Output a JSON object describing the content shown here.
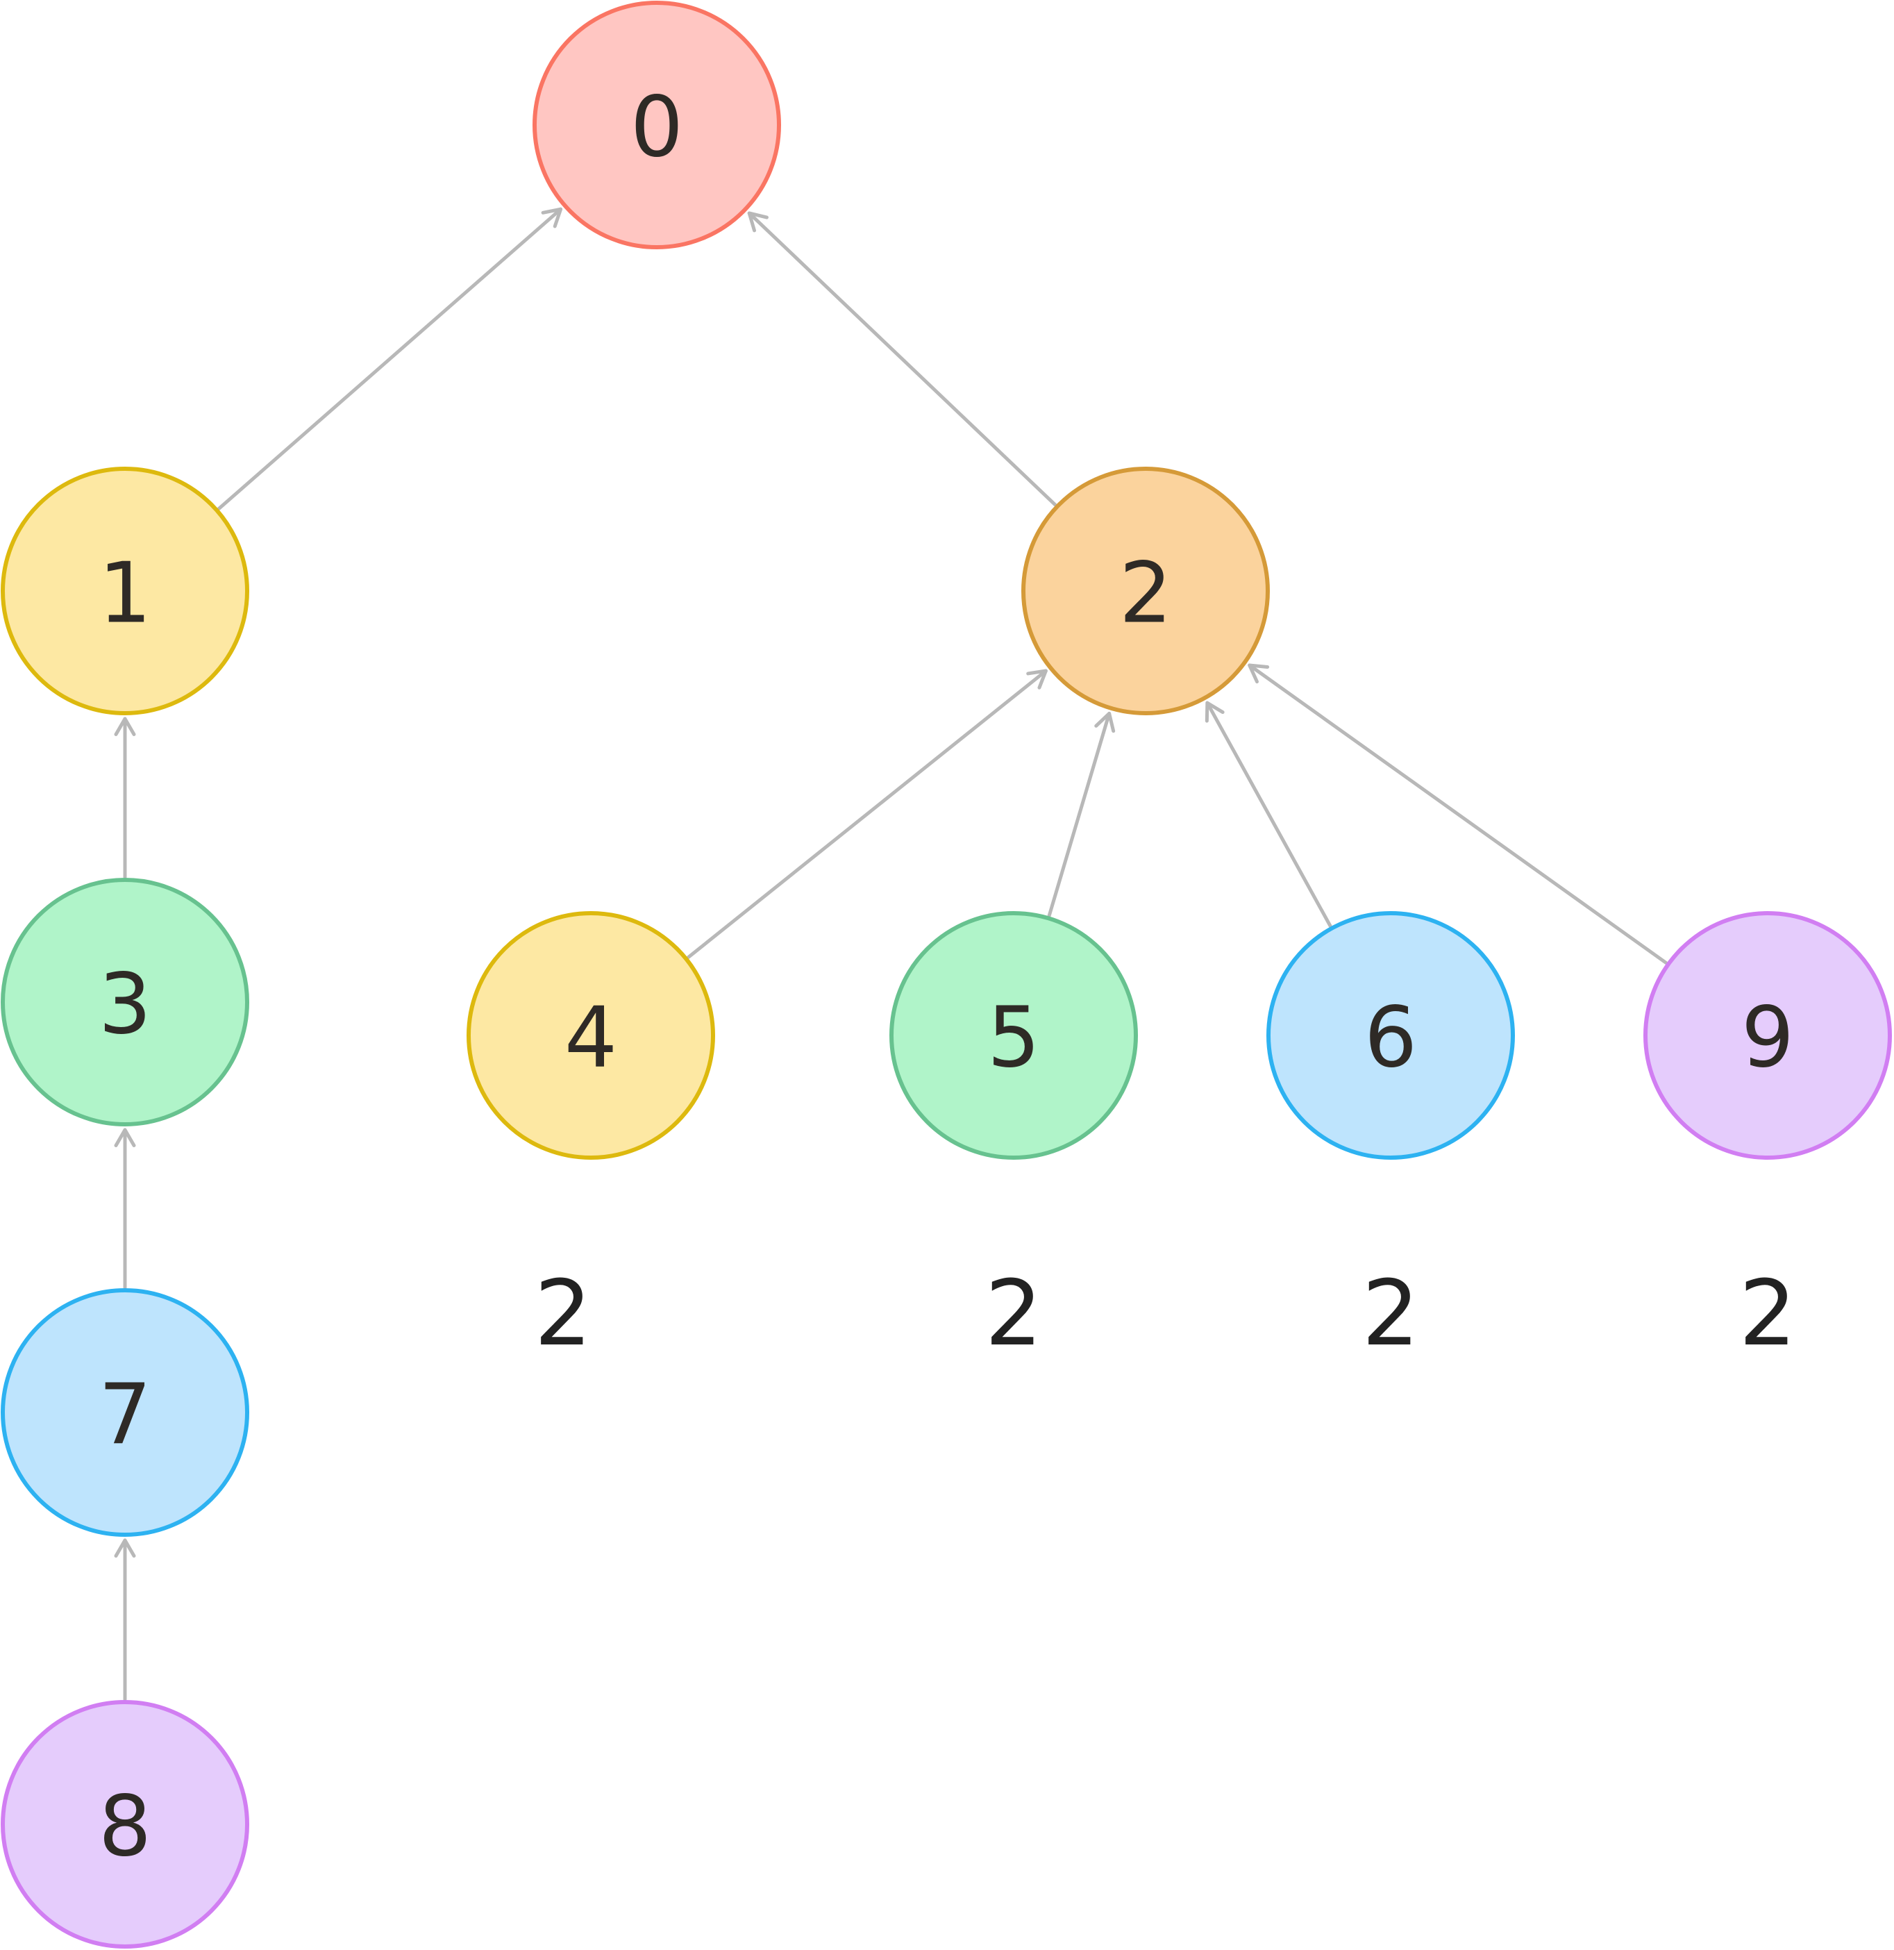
{
  "nodes": [
    {
      "id": "0",
      "label": "0",
      "fill": "#FFC6C2",
      "stroke": "#FA7563"
    },
    {
      "id": "1",
      "label": "1",
      "fill": "#FDE8A3",
      "stroke": "#DDB90E"
    },
    {
      "id": "2",
      "label": "2",
      "fill": "#FBD39D",
      "stroke": "#D59A38"
    },
    {
      "id": "3",
      "label": "3",
      "fill": "#B0F4C9",
      "stroke": "#67C28F"
    },
    {
      "id": "4",
      "label": "4",
      "fill": "#FDE8A3",
      "stroke": "#DDB90E"
    },
    {
      "id": "5",
      "label": "5",
      "fill": "#B0F4C9",
      "stroke": "#67C28F"
    },
    {
      "id": "6",
      "label": "6",
      "fill": "#BEE4FD",
      "stroke": "#2DB2F1"
    },
    {
      "id": "7",
      "label": "7",
      "fill": "#BEE4FD",
      "stroke": "#2DB2F1"
    },
    {
      "id": "8",
      "label": "8",
      "fill": "#E5CCFC",
      "stroke": "#D17EF2"
    },
    {
      "id": "9",
      "label": "9",
      "fill": "#E5CCFC",
      "stroke": "#D17EF2"
    }
  ],
  "edges": [
    {
      "from": "1",
      "to": "0"
    },
    {
      "from": "2",
      "to": "0"
    },
    {
      "from": "3",
      "to": "1"
    },
    {
      "from": "7",
      "to": "3"
    },
    {
      "from": "8",
      "to": "7"
    },
    {
      "from": "4",
      "to": "2"
    },
    {
      "from": "5",
      "to": "2"
    },
    {
      "from": "6",
      "to": "2"
    },
    {
      "from": "9",
      "to": "2"
    }
  ],
  "notes": [
    {
      "under": "4",
      "text": "2"
    },
    {
      "under": "5",
      "text": "2"
    },
    {
      "under": "6",
      "text": "2"
    },
    {
      "under": "9",
      "text": "2"
    }
  ]
}
